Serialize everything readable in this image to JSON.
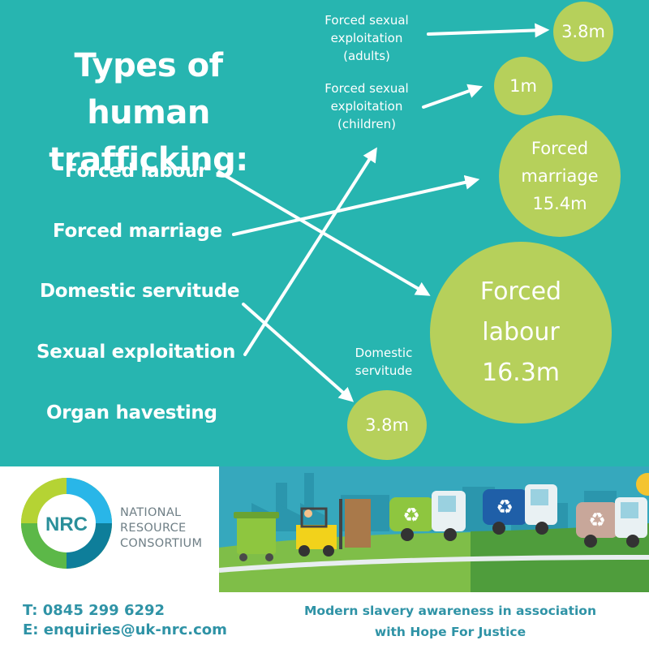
{
  "title": {
    "line1": "Types of human",
    "line2": "trafficking:"
  },
  "types": [
    "Forced labour",
    "Forced marriage",
    "Domestic servitude",
    "Sexual exploitation",
    "Organ havesting"
  ],
  "circles": {
    "sexual_adults": {
      "label_lines": [
        "Forced sexual",
        "exploitation",
        "(adults)"
      ],
      "value": "3.8m"
    },
    "sexual_children": {
      "label_lines": [
        "Forced sexual",
        "exploitation",
        "(children)"
      ],
      "value": "1m"
    },
    "marriage": {
      "lines": [
        "Forced",
        "marriage",
        "15.4m"
      ]
    },
    "labour": {
      "lines": [
        "Forced",
        "labour",
        "16.3m"
      ]
    },
    "domestic": {
      "label_lines": [
        "Domestic",
        "servitude"
      ],
      "value": "3.8m"
    }
  },
  "logo": {
    "mark": "NRC",
    "lines": [
      "NATIONAL",
      "RESOURCE",
      "CONSORTIUM"
    ]
  },
  "contact": {
    "phone": "T:  0845 299 6292",
    "email": "E: enquiries@uk-nrc.com"
  },
  "tagline": {
    "line1": "Modern slavery awareness in association",
    "line2": "with Hope For Justice"
  },
  "colors": {
    "background_teal": "#27b5b0",
    "circle_green": "#b6d05b",
    "text_teal": "#2f93a6",
    "logo_grey": "#6f7f86"
  }
}
